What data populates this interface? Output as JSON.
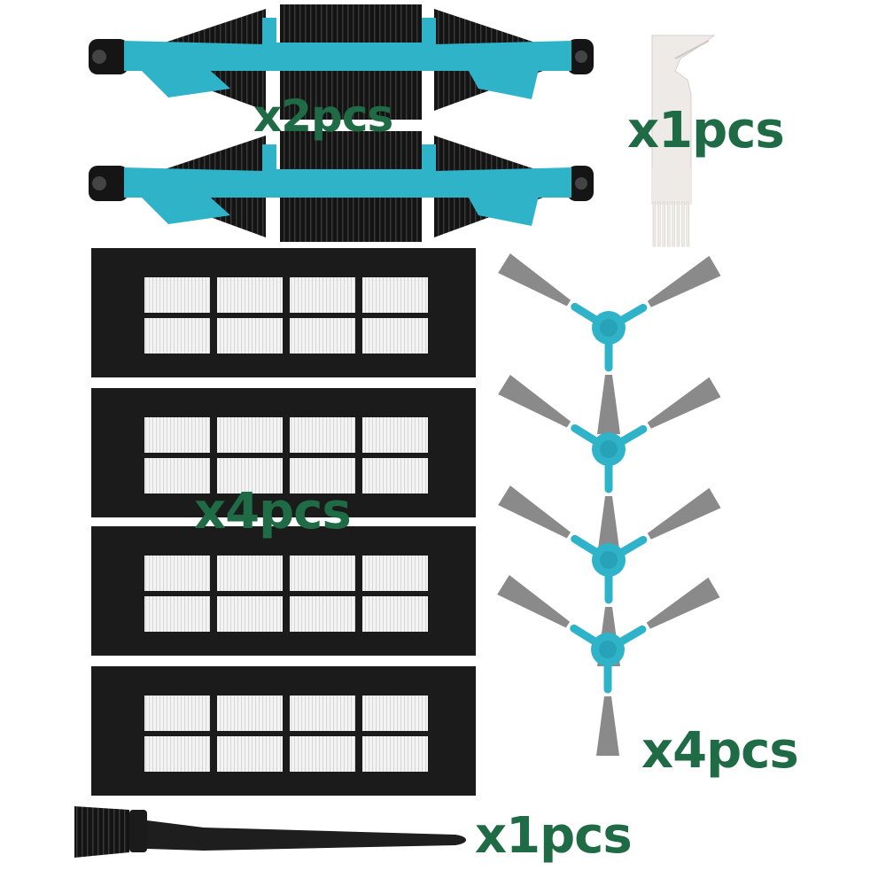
{
  "colors": {
    "background": "#ffffff",
    "label": "#1e6b45",
    "brush_blue": "#2fb3c9",
    "bristle_black": "#141414",
    "filter_frame": "#1b1b1b",
    "filter_media": "#f2f2f2",
    "side_bristle_gray": "#8a8a8a",
    "tool_white": "#eeeae7"
  },
  "items": [
    {
      "id": "main-roller-brush",
      "icon": "roller-brush-icon",
      "quantity_label": "x2pcs",
      "count": 2
    },
    {
      "id": "cleaning-tool",
      "icon": "comb-cleaning-tool-icon",
      "quantity_label": "x1pcs",
      "count": 1
    },
    {
      "id": "hepa-filter",
      "icon": "hepa-filter-icon",
      "quantity_label": "x4pcs",
      "count": 4
    },
    {
      "id": "side-brush",
      "icon": "three-arm-side-brush-icon",
      "quantity_label": "x4pcs",
      "count": 4
    },
    {
      "id": "cleaning-brush",
      "icon": "small-cleaning-brush-icon",
      "quantity_label": "x1pcs",
      "count": 1
    }
  ]
}
